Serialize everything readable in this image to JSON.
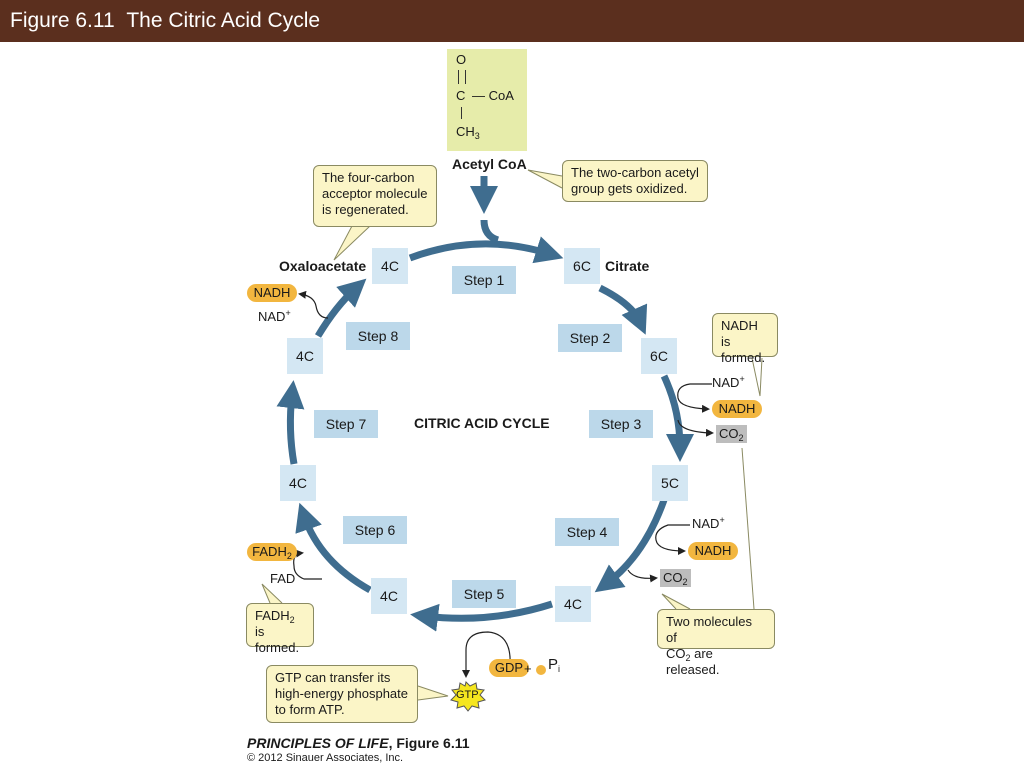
{
  "header": {
    "title": "Figure 6.11  The Citric Acid Cycle"
  },
  "acetyl_coa": {
    "o": "O",
    "c": "C",
    "coa": "— CoA",
    "ch": "CH",
    "ch_sub": "3",
    "label": "Acetyl CoA"
  },
  "cycle": {
    "title": "CITRIC ACID CYCLE",
    "steps": [
      "Step 1",
      "Step 2",
      "Step 3",
      "Step 4",
      "Step 5",
      "Step 6",
      "Step 7",
      "Step 8"
    ],
    "carbons": [
      "4C",
      "6C",
      "6C",
      "5C",
      "4C",
      "4C",
      "4C",
      "4C"
    ],
    "oxaloacetate": "Oxaloacetate",
    "citrate": "Citrate"
  },
  "callouts": {
    "acceptor": "The four-carbon acceptor molecule is regenerated.",
    "acetyl": "The two-carbon acetyl group gets oxidized.",
    "nadh_formed": "NADH is formed.",
    "co2_released_a": "Two molecules of",
    "co2_released_b": "CO",
    "co2_released_sub": "2",
    "co2_released_c": " are released.",
    "fadh2_a": "FADH",
    "fadh2_sub": "2",
    "fadh2_b": " is formed.",
    "gtp": "GTP can transfer its high-energy phosphate to form ATP."
  },
  "molecules": {
    "nad": "NAD",
    "nad_sup": "+",
    "nadh": "NADH",
    "co2": "CO",
    "co2_sub": "2",
    "fad": "FAD",
    "fadh": "FADH",
    "fadh_sub": "2",
    "gdp": "GDP",
    "plus": "+",
    "p": "P",
    "p_sub": "i",
    "gtp": "GTP"
  },
  "footer": {
    "book": "PRINCIPLES OF LIFE",
    "figure": ", Figure 6.11",
    "copyright": "© 2012 Sinauer Associates, Inc."
  },
  "colors": {
    "header": "#5b2f1e",
    "cycle_arrow": "#3f6d8f",
    "nadh": "#f2b63f",
    "callout": "#fbf5c7",
    "box": "#d4e7f3"
  }
}
